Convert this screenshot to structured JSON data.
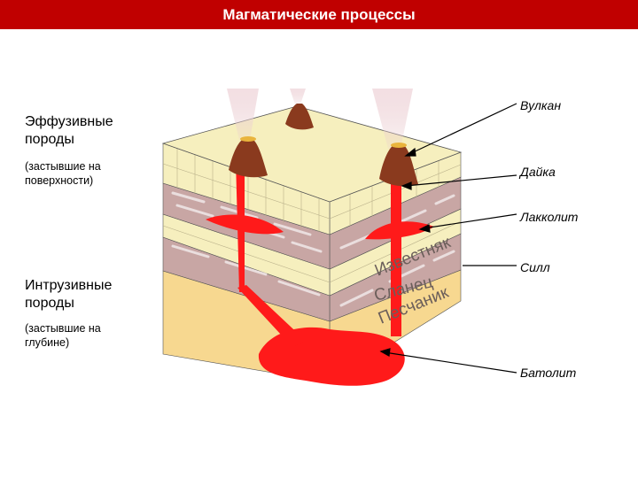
{
  "title": "Магматические процессы",
  "left": {
    "effusive": {
      "heading": "Эффузивные породы",
      "note": "(застывшие на поверхности)"
    },
    "intrusive": {
      "heading": "Интрузивные породы",
      "note": "(застывшие на глубине)"
    }
  },
  "right_labels": {
    "volcano": "Вулкан",
    "dike": "Дайка",
    "laccolith": "Лакколит",
    "sill": "Силл",
    "batholith": "Батолит"
  },
  "rock_layers": {
    "limestone": "Известняк",
    "shale": "Сланец",
    "sandstone": "Песчаник"
  },
  "colors": {
    "title_bg": "#c00000",
    "magma": "#ff1a1a",
    "limestone": "#f6efbe",
    "shale": "#c8a6a4",
    "sandstone": "#f7d890",
    "volcano": "#8a3a1e"
  }
}
